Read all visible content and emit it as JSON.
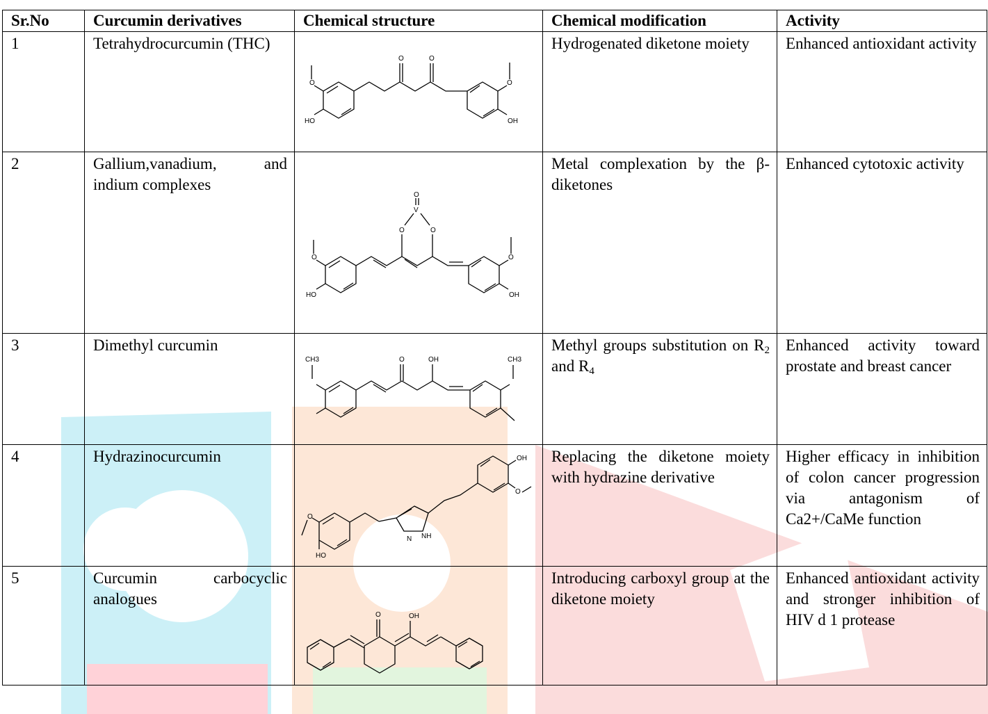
{
  "table": {
    "headers": [
      "Sr.No",
      "Curcumin derivatives",
      "Chemical structure",
      "Chemical modification",
      "Activity"
    ],
    "rows": [
      {
        "no": "1",
        "name": "Tetrahydrocurcumin (THC)",
        "modification": "Hydrogenated diketone moiety",
        "activity": "Enhanced antioxidant activity",
        "structure_labels": [
          "O",
          "O",
          "O",
          "O",
          "HO",
          "OH"
        ]
      },
      {
        "no": "2",
        "name": "Gallium,vanadium, and indium complexes",
        "modification": "Metal complexation by the β-diketones",
        "activity": "Enhanced cytotoxic activity",
        "structure_labels": [
          "O",
          "V",
          "O",
          "O",
          "O",
          "O",
          "HO",
          "OH"
        ]
      },
      {
        "no": "3",
        "name": "Dimethyl curcumin",
        "modification_prefix": "Methyl groups substitution on R",
        "modification_sub1": "2",
        "modification_mid": " and R",
        "modification_sub2": "4",
        "activity": "Enhanced activity toward prostate and breast cancer",
        "structure_labels": [
          "CH3",
          "O",
          "OH",
          "CH3"
        ]
      },
      {
        "no": "4",
        "name": "Hydrazinocurcumin",
        "modification": "Replacing the diketone moiety with hydrazine derivative",
        "activity": "Higher efficacy in inhibition of colon cancer progression via antagonism of Ca2+/CaMe function",
        "structure_labels": [
          "OH",
          "O",
          "O",
          "HO",
          "N",
          "NH"
        ]
      },
      {
        "no": "5",
        "name": "Curcumin carbocyclic analogues",
        "modification": "Introducing carboxyl group at the diketone moiety",
        "activity": "Enhanced antioxidant activity and stronger inhibition of HIV d 1 protease",
        "structure_labels": [
          "O",
          "OH"
        ]
      }
    ]
  }
}
